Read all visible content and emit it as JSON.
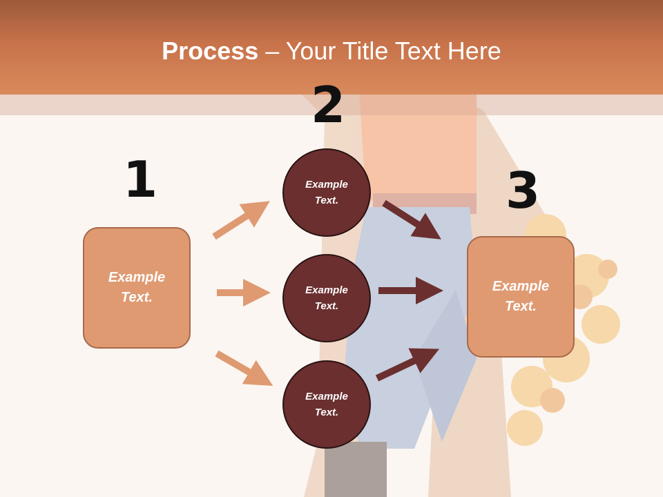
{
  "title": {
    "bold": "Process",
    "rest": " – Your Title Text Here"
  },
  "steps": {
    "one": "1",
    "two": "2",
    "three": "3"
  },
  "boxes": {
    "left": "Example Text.",
    "right": "Example Text."
  },
  "circles": {
    "top": "Example Text.",
    "middle": "Example Text.",
    "bottom": "Example Text."
  },
  "colors": {
    "header": "#c7724a",
    "box_fill": "#df9a72",
    "circle_fill": "#6b2f2f",
    "arrow_light": "#df9a72",
    "arrow_dark": "#6b2f2f",
    "background": "#fbf6f2"
  }
}
